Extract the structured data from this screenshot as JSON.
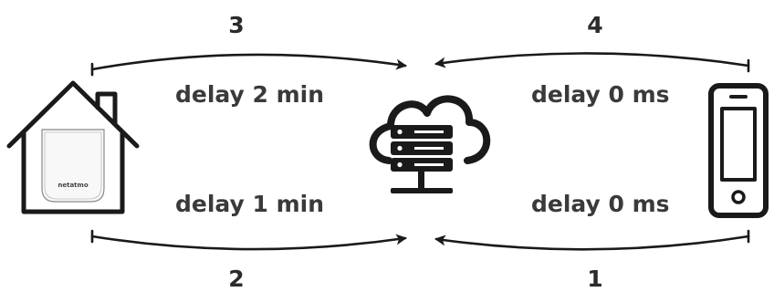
{
  "steps": {
    "one": "1",
    "two": "2",
    "three": "3",
    "four": "4"
  },
  "labels": {
    "home_to_cloud_top": "delay 2 min",
    "phone_to_cloud_top": "delay 0 ms",
    "home_to_cloud_bottom": "delay 1 min",
    "phone_to_cloud_bottom": "delay 0 ms"
  },
  "device_badge": "netatmo",
  "icons": {
    "home": "house-icon",
    "cloud": "cloud-server-icon",
    "phone": "smartphone-icon"
  }
}
